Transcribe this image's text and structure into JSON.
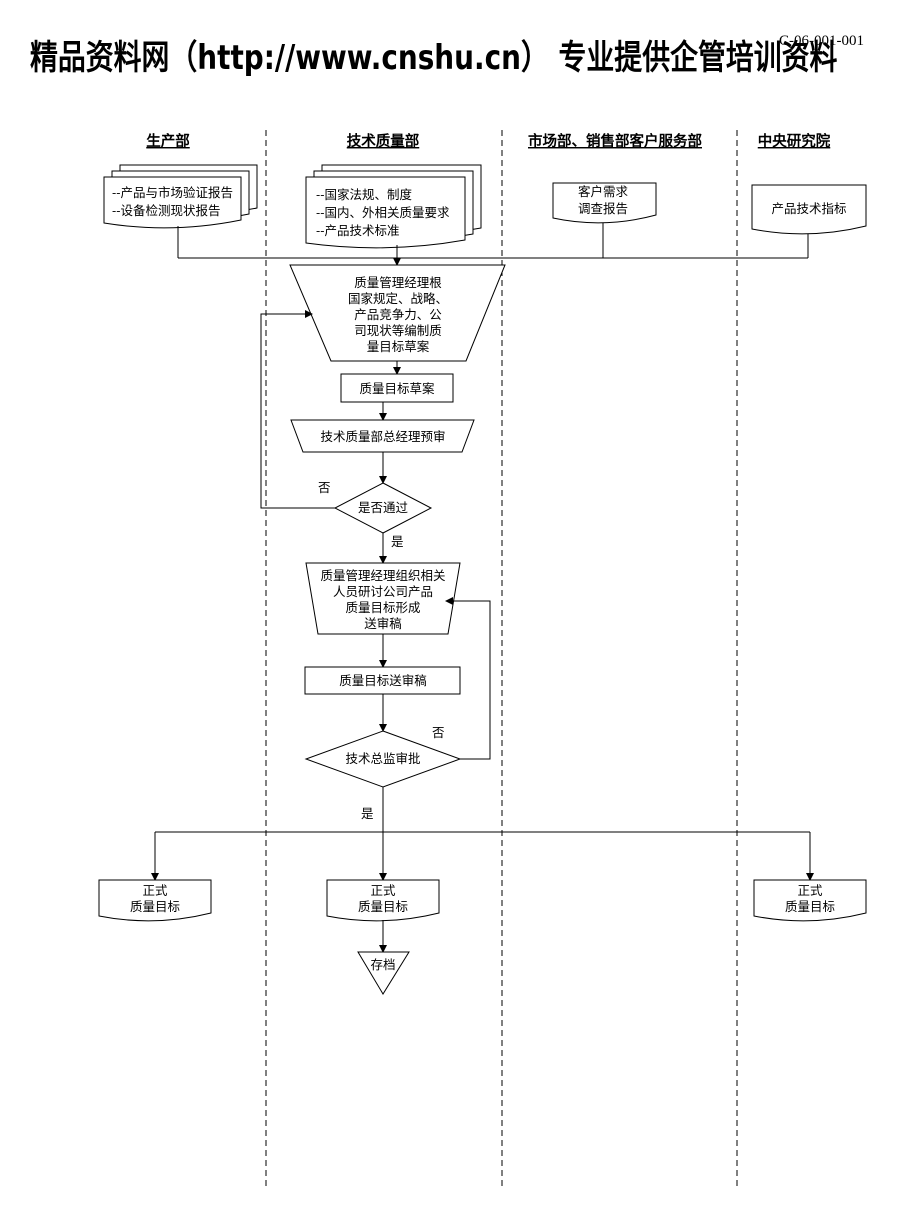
{
  "header": {
    "title": "精品资料网（http://www.cnshu.cn） 专业提供企管培训资料",
    "doc_code": "C-06-001-001"
  },
  "lanes": [
    {
      "name": "生产部"
    },
    {
      "name": "技术质量部"
    },
    {
      "name": "市场部、销售部客户服务部"
    },
    {
      "name": "中央研究院"
    }
  ],
  "inputs": {
    "production": [
      "--产品与市场验证报告",
      "--设备检测现状报告"
    ],
    "tech_quality": [
      "--国家法规、制度",
      "--国内、外相关质量要求",
      "--产品技术标准"
    ],
    "market": [
      "客户需求",
      "调查报告"
    ],
    "institute": [
      "产品技术指标"
    ]
  },
  "steps": {
    "draft_process": [
      "质量管理经理根",
      "国家规定、战略、",
      "产品竞争力、公",
      "司现状等编制质",
      "量目标草案"
    ],
    "draft_doc": "质量目标草案",
    "pre_review": "技术质量部总经理预审",
    "pass_decision": "是否通过",
    "no_1": "否",
    "yes_1": "是",
    "organize_process": [
      "质量管理经理组织相关",
      "人员研讨公司产品",
      "质量目标形成",
      "送审稿"
    ],
    "submit_doc": "质量目标送审稿",
    "director_approval": "技术总监审批",
    "no_2": "否",
    "yes_2": "是",
    "final_left": [
      "正式",
      "质量目标"
    ],
    "final_center": [
      "正式",
      "质量目标"
    ],
    "final_right": [
      "正式",
      "质量目标"
    ],
    "archive": "存档"
  }
}
